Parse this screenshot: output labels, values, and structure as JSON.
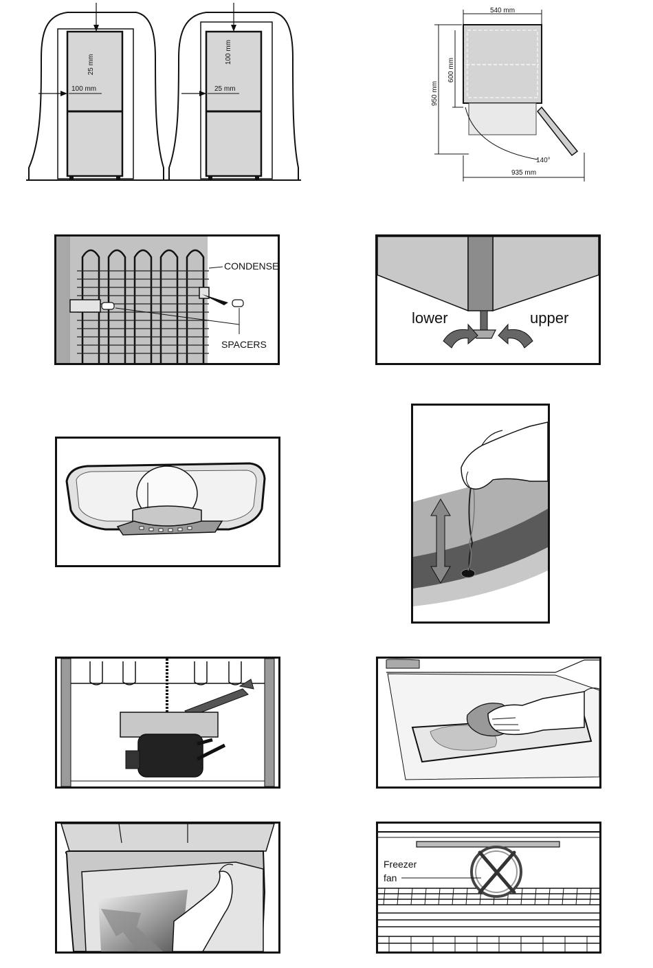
{
  "figures": {
    "clearance": {
      "left": {
        "top_gap": "25 mm",
        "side_gap": "100 mm"
      },
      "right": {
        "top_gap": "100 mm",
        "side_gap": "25 mm"
      }
    },
    "dimensions": {
      "width": "540 mm",
      "total_height": "950 mm",
      "cabinet_height": "600 mm",
      "door_angle": "140°",
      "door_open_depth": "935 mm"
    },
    "condenser": {
      "condenser_label": "CONDENSER",
      "spacers_label": "SPACERS"
    },
    "leveling_feet": {
      "lower_label": "lower",
      "upper_label": "upper"
    },
    "freezer_fan": {
      "fan_label_line1": "Freezer",
      "fan_label_line2": "fan"
    }
  },
  "icon_names": [
    "adjust-arrow-icon",
    "up-down-arrow-icon",
    "x-mark-icon"
  ]
}
